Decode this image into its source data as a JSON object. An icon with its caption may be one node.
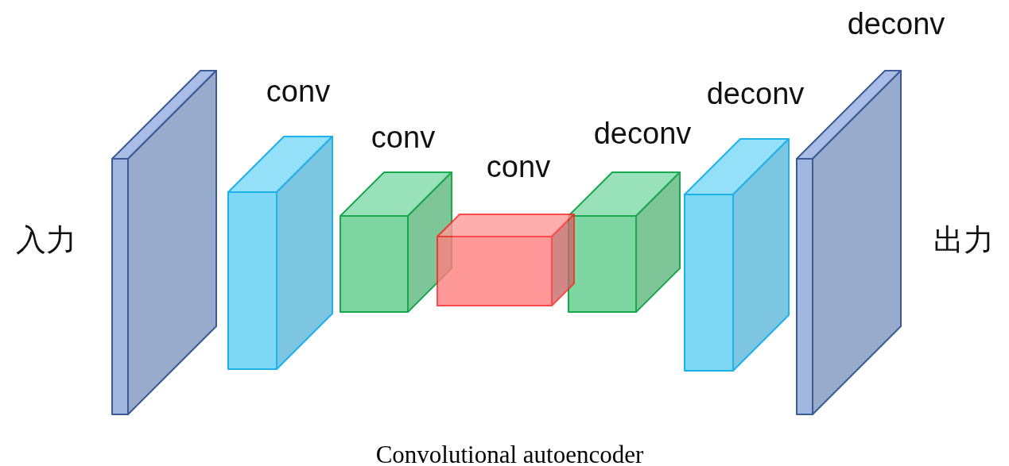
{
  "diagram": {
    "caption": "Convolutional autoencoder",
    "nodes": [
      {
        "text": [],
        "shape": "box"
      },
      {
        "text": [],
        "shape": "box"
      },
      {
        "text": [],
        "shape": "box"
      },
      {
        "text": [],
        "shape": "box"
      },
      {
        "text": [],
        "shape": "box"
      },
      {
        "text": [],
        "shape": "box"
      },
      {
        "text": [],
        "shape": "box"
      }
    ],
    "labels": [
      "入力",
      "conv",
      "conv",
      "conv",
      "deconv",
      "deconv",
      "deconv",
      "出力"
    ]
  }
}
